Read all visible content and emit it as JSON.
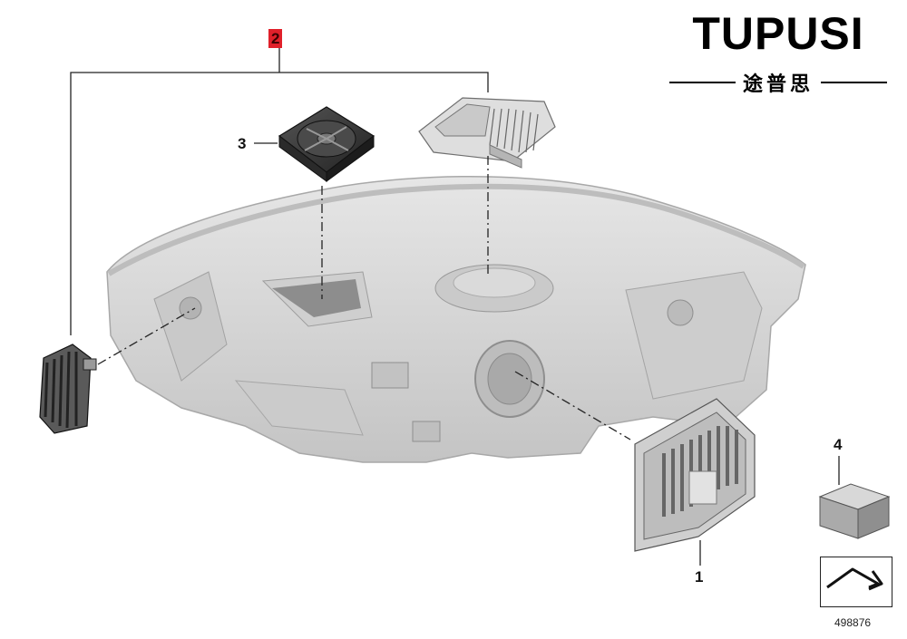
{
  "brand": {
    "title": "TUPUSI",
    "subtitle": "途普思"
  },
  "callouts": [
    {
      "id": "2",
      "label": "2",
      "highlight": true
    },
    {
      "id": "3",
      "label": "3",
      "highlight": false
    },
    {
      "id": "1",
      "label": "1",
      "highlight": false
    },
    {
      "id": "4",
      "label": "4",
      "highlight": false
    }
  ],
  "doc_number": "498876",
  "colors": {
    "highlight": "#e0202a",
    "housing": "#d2d2d2",
    "part_dark": "#3a3a3a",
    "line": "#222222"
  },
  "icons": {
    "nav": "forward-arrow-icon"
  }
}
